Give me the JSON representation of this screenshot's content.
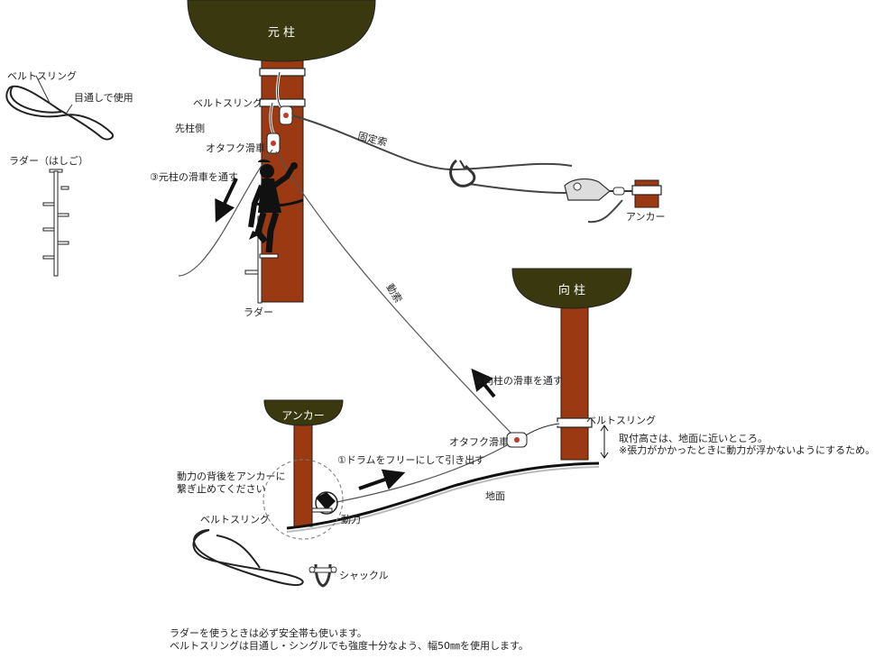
{
  "labels": {
    "origin_pole": "元 柱",
    "target_pole": "向 柱",
    "anchor_tree": "アンカー",
    "belt_sling_legend": "ベルトスリング",
    "eye_usage": "目通しで使用",
    "ladder_legend": "ラダー（はしご）",
    "belt_sling_top": "ベルトスリング",
    "tip_side": "先柱側",
    "otafuku_top": "オタフク滑車",
    "step3": "③元柱の滑車を通す",
    "fixed_rope": "固定索",
    "anchor_right": "アンカー",
    "ladder": "ラダー",
    "moving_rope": "動索",
    "step2": "②向柱の滑車を通す",
    "belt_sling_right": "ベルトスリング",
    "height_note_1": "取付高さは、地面に近いところ。",
    "height_note_2": "※張力がかかったときに動力が浮かないようにするため。",
    "otafuku_bottom": "オタフク滑車",
    "step1": "①ドラムをフリーにして引き出す",
    "tie_back_1": "動力の背後をアンカーに",
    "tie_back_2": "繋ぎ止めてください",
    "ground": "地面",
    "power": "動力",
    "belt_sling_bottom": "ベルトスリング",
    "shackle": "シャックル"
  },
  "footer": {
    "line1": "ラダーを使うときは必ず安全帯も使います。",
    "line2": "ベルトスリングは目通し・シングルでも強度十分なよう、幅50㎜を使用します。"
  },
  "colors": {
    "trunk": "#9b3a12",
    "crown": "#39380f",
    "rope": "#444444",
    "arrow": "#111111"
  }
}
